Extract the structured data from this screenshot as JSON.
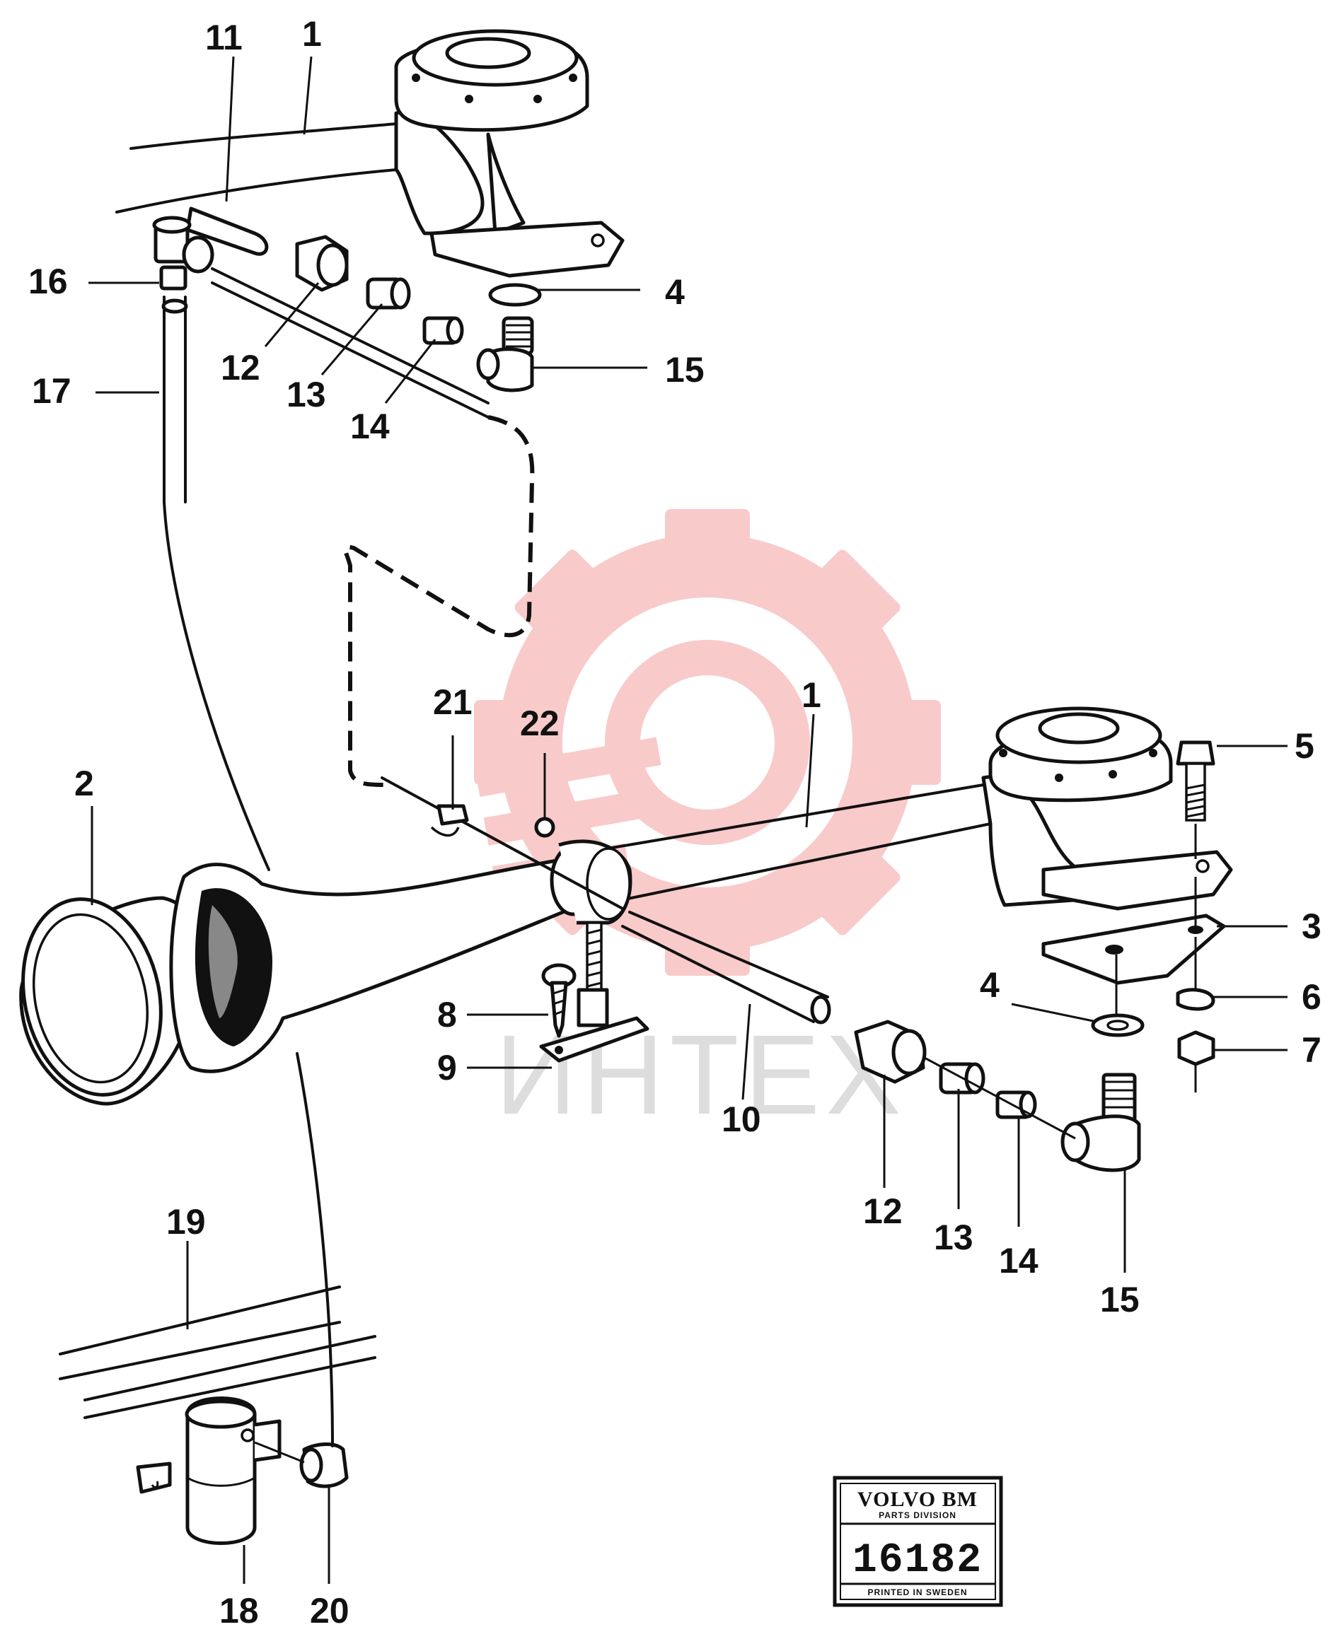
{
  "diagram": {
    "callouts": [
      {
        "id": "c11-top",
        "label": "11"
      },
      {
        "id": "c1-top",
        "label": "1"
      },
      {
        "id": "c16",
        "label": "16"
      },
      {
        "id": "c4-top",
        "label": "4"
      },
      {
        "id": "c15-top",
        "label": "15"
      },
      {
        "id": "c12-top",
        "label": "12"
      },
      {
        "id": "c13-top",
        "label": "13"
      },
      {
        "id": "c14-top",
        "label": "14"
      },
      {
        "id": "c17",
        "label": "17"
      },
      {
        "id": "c21",
        "label": "21"
      },
      {
        "id": "c22",
        "label": "22"
      },
      {
        "id": "c1-mid",
        "label": "1"
      },
      {
        "id": "c5",
        "label": "5"
      },
      {
        "id": "c2",
        "label": "2"
      },
      {
        "id": "c3",
        "label": "3"
      },
      {
        "id": "c4-mid",
        "label": "4"
      },
      {
        "id": "c6",
        "label": "6"
      },
      {
        "id": "c8",
        "label": "8"
      },
      {
        "id": "c7",
        "label": "7"
      },
      {
        "id": "c9",
        "label": "9"
      },
      {
        "id": "c10",
        "label": "10"
      },
      {
        "id": "c12-bot",
        "label": "12"
      },
      {
        "id": "c13-bot",
        "label": "13"
      },
      {
        "id": "c14-bot",
        "label": "14"
      },
      {
        "id": "c15-bot",
        "label": "15"
      },
      {
        "id": "c19",
        "label": "19"
      },
      {
        "id": "c18",
        "label": "18"
      },
      {
        "id": "c20",
        "label": "20"
      }
    ]
  },
  "badge": {
    "brand": "VOLVO BM",
    "division": "PARTS DIVISION",
    "number": "16182",
    "footer": "PRINTED IN SWEDEN"
  },
  "watermark": {
    "text": "ИНТЕХ",
    "logo": "gear-wrench-logo",
    "color": "#f28c8c"
  }
}
